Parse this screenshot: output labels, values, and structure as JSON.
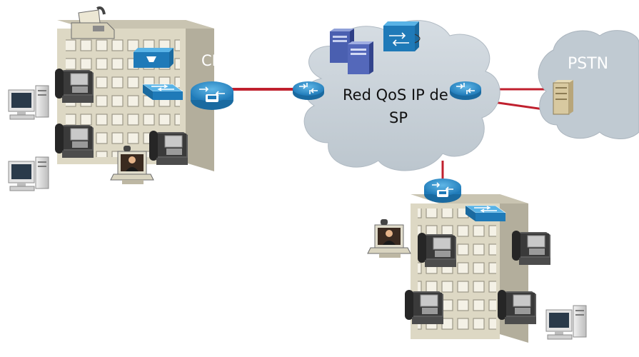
{
  "labels": {
    "cloud_line1": "Red QoS IP de",
    "cloud_line2": "SP",
    "pstn": "PSTN",
    "cm": "CM"
  },
  "colors": {
    "link": "#c0202e",
    "cloud_fill": "#c8d1d8",
    "building_front": "#ddd8c4",
    "building_side": "#b3ae9c",
    "device_blue": "#2a8fcc",
    "phone_body": "#2b2b2b",
    "pc_body": "#e4e4e4"
  },
  "icons": {
    "router": "router-icon",
    "switch": "switch-icon",
    "ip_phone": "ip-phone-icon",
    "pc": "pc-icon",
    "server": "server-icon",
    "fax": "fax-icon",
    "video_terminal": "video-terminal-icon",
    "gateway": "voice-gateway-icon",
    "call_manager": "call-manager-icon",
    "pstn_switch": "pstn-switch-icon"
  }
}
